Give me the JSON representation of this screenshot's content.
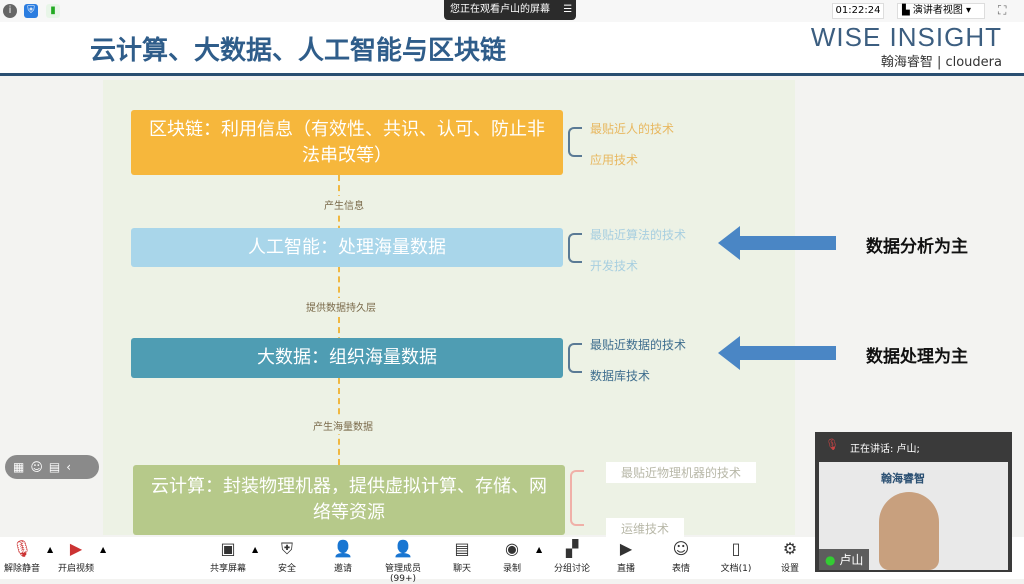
{
  "topbar": {
    "sharing_text": "您正在观看卢山的屏幕",
    "menu_icon": "☰",
    "timer": "01:22:24",
    "view_mode": "演讲者视图"
  },
  "slide": {
    "title": "云计算、大数据、人工智能与区块链",
    "logo_main": "WISE INSIGHT",
    "logo_sub": "翰海睿智 | cloudera",
    "layers": [
      {
        "label": "区块链：利用信息（有效性、共识、认可、防止非法串改等）",
        "subs": [
          "最贴近人的技术",
          "应用技术"
        ],
        "color": "#f6b73c"
      },
      {
        "label": "人工智能：处理海量数据",
        "subs": [
          "最贴近算法的技术",
          "开发技术"
        ],
        "color": "#a9d6ea"
      },
      {
        "label": "大数据：组织海量数据",
        "subs": [
          "最贴近数据的技术",
          "数据库技术"
        ],
        "color": "#4f9db3"
      },
      {
        "label": "云计算：封装物理机器，提供虚拟计算、存储、网络等资源",
        "subs": [
          "最贴近物理机器的技术",
          "运维技术"
        ],
        "color": "#b6c98a"
      }
    ],
    "connectors": [
      "产生信息",
      "提供数据持久层",
      "产生海量数据"
    ],
    "notes": [
      "数据分析为主",
      "数据处理为主"
    ],
    "arrow_color": "#4a86c5"
  },
  "toolbar": {
    "items": [
      "解除静音",
      "开启视频",
      "共享屏幕",
      "安全",
      "邀请",
      "管理成员(99+)",
      "聊天",
      "录制",
      "分组讨论",
      "直播",
      "表情",
      "文档(1)",
      "设置"
    ]
  },
  "video": {
    "speaking": "正在讲话: 卢山;",
    "name": "卢山",
    "cam_logo": "翰海睿智"
  }
}
